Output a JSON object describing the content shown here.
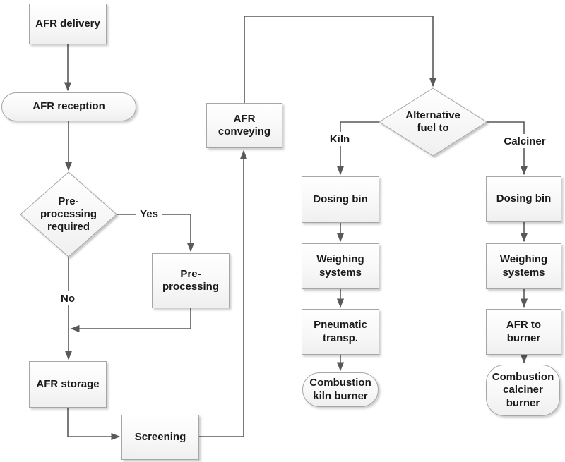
{
  "colors": {
    "node_border": "#a6a6a6",
    "connector": "#595959",
    "text": "#1a1a1a",
    "node_fill_top": "#ffffff",
    "node_fill_bottom": "#efefef",
    "canvas_bg": "#ffffff"
  },
  "main_flow": {
    "afr_delivery": "AFR delivery",
    "afr_reception": "AFR reception",
    "preprocessing_decision": "Pre-\nprocessing\nrequired",
    "yes_label": "Yes",
    "no_label": "No",
    "preprocessing": "Pre-\nprocessing",
    "afr_storage": "AFR storage",
    "screening": "Screening",
    "afr_conveying": "AFR\nconveying",
    "fuel_decision": "Alternative\nfuel to"
  },
  "kiln_branch": {
    "branch_label": "Kiln",
    "dosing_bin": "Dosing bin",
    "weighing_systems": "Weighing\nsystems",
    "pneumatic_transport": "Pneumatic\ntransp.",
    "combustion_kiln_burner": "Combustion\nkiln burner"
  },
  "calciner_branch": {
    "branch_label": "Calciner",
    "dosing_bin": "Dosing bin",
    "weighing_systems": "Weighing\nsystems",
    "afr_to_burner": "AFR to\nburner",
    "combustion_calciner_burner": "Combustion\ncalciner\nburner"
  }
}
